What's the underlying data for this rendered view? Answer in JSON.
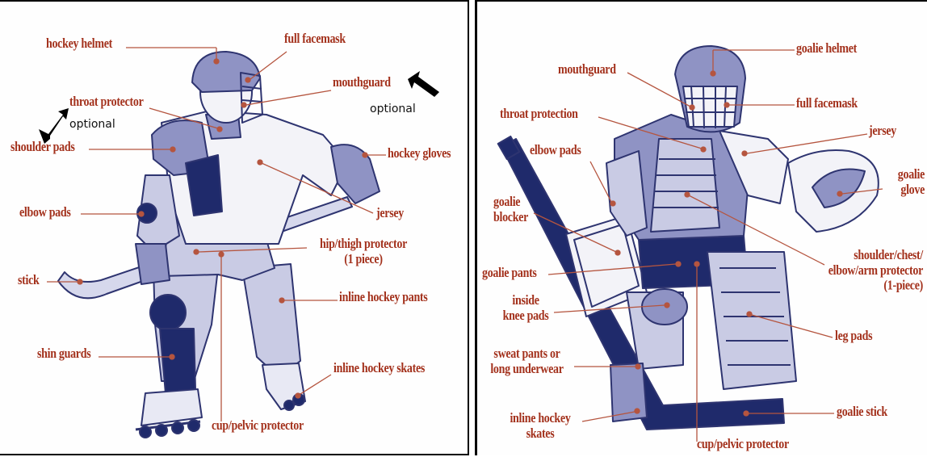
{
  "left": {
    "labels": {
      "hockey_helmet": "hockey helmet",
      "full_facemask": "full facemask",
      "mouthguard": "mouthguard",
      "throat_protector": "throat protector",
      "shoulder_pads": "shoulder pads",
      "hockey_gloves": "hockey gloves",
      "jersey": "jersey",
      "elbow_pads": "elbow pads",
      "hip_thigh_protector_line1": "hip/thigh protector",
      "hip_thigh_protector_line2": "(1 piece)",
      "stick": "stick",
      "inline_hockey_pants": "inline hockey pants",
      "shin_guards": "shin guards",
      "inline_hockey_skates": "inline hockey skates",
      "cup_pelvic_protector": "cup/pelvic protector"
    },
    "notes": {
      "optional_left": "optional",
      "optional_right": "optional"
    }
  },
  "right": {
    "labels": {
      "goalie_helmet": "goalie helmet",
      "mouthguard": "mouthguard",
      "full_facemask": "full facemask",
      "throat_protection": "throat protection",
      "jersey": "jersey",
      "elbow_pads": "elbow pads",
      "goalie_glove_line1": "goalie",
      "goalie_glove_line2": "glove",
      "goalie_blocker_line1": "goalie",
      "goalie_blocker_line2": "blocker",
      "shoulder_protector_line1": "shoulder/chest/",
      "shoulder_protector_line2": "elbow/arm protector",
      "shoulder_protector_line3": "(1-piece)",
      "goalie_pants": "goalie pants",
      "inside_knee_pads_line1": "inside",
      "inside_knee_pads_line2": "knee pads",
      "leg_pads": "leg pads",
      "sweat_pants_line1": "sweat pants or",
      "sweat_pants_line2": "long underwear",
      "goalie_stick": "goalie stick",
      "inline_hockey_skates_line1": "inline hockey",
      "inline_hockey_skates_line2": "skates",
      "cup_pelvic_protector": "cup/pelvic protector"
    }
  },
  "colors": {
    "label_text": "#a3311c",
    "leader_line": "#b5553f",
    "figure_light": "#c9cbe4",
    "figure_mid": "#8f93c4",
    "figure_dark": "#1f2a6b",
    "outline": "#2e3470"
  }
}
